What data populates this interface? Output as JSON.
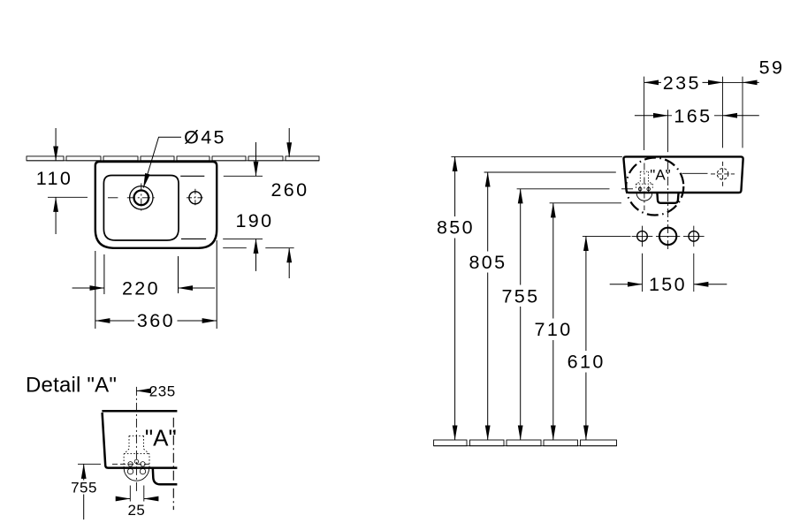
{
  "drawing": {
    "type": "technical-dimension-drawing",
    "subject": "handwash-basin installation drawing",
    "units": "mm",
    "line_color": "#000000",
    "background_color": "#ffffff",
    "plan_view": {
      "labels": {
        "tap_hole_diameter": "Ø45",
        "wall_to_tap_center": "110",
        "overall_depth": "260",
        "bowl_depth": "190",
        "bowl_width": "220",
        "overall_width": "360"
      }
    },
    "front_view": {
      "labels": {
        "tap_boss_to_side_hole": "235",
        "side_hole_to_edge": "59",
        "drain_to_side_hole": "165",
        "fixing_hole_spacing": "150",
        "height_rim": "850",
        "height_side_hole": "805",
        "height_tap_boss_holes": "755",
        "height_underside": "710",
        "height_fixing_holes": "610",
        "detail_marker": "\"A\""
      }
    },
    "detail_view": {
      "title": "Detail \"A\"",
      "labels": {
        "wall_to_tap_center": "235",
        "height_boss_holes": "755",
        "boss_hole_spacing": "25",
        "detail_marker": "\"A\""
      }
    }
  }
}
